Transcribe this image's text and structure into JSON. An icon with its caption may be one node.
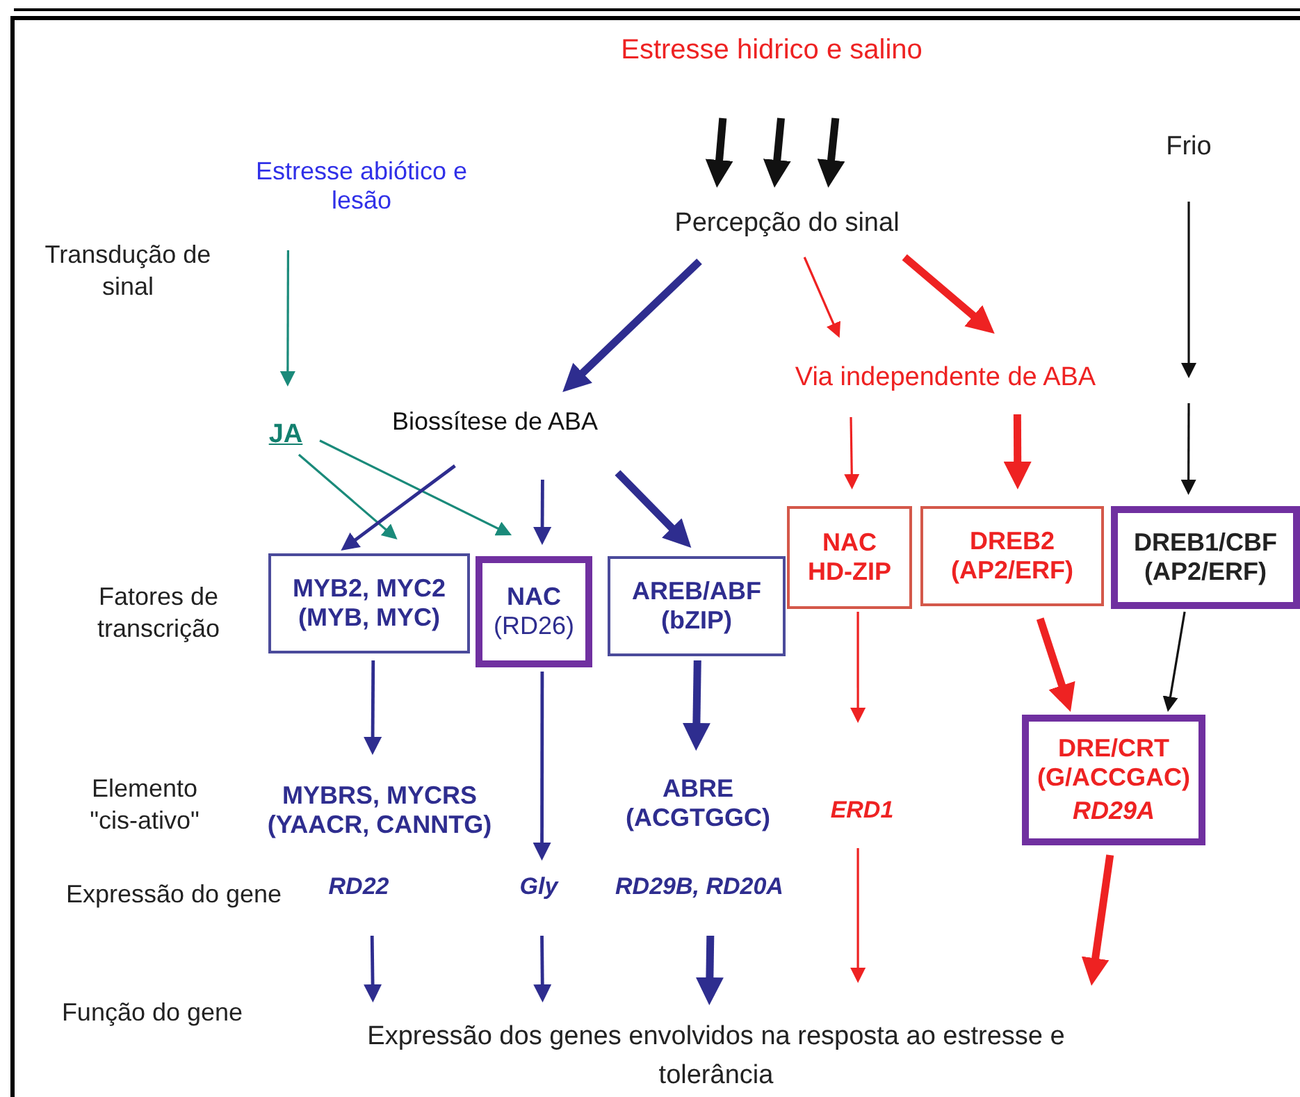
{
  "diagram": {
    "nodes": [
      {
        "text": [
          "Estresse hidrico e salino"
        ]
      },
      {
        "text": [
          "Estresse abiótico e lesão"
        ]
      },
      {
        "text": [
          "Frio"
        ]
      },
      {
        "text": [
          "Percepção do sinal"
        ]
      },
      {
        "text": [
          "JA"
        ]
      },
      {
        "text": [
          "Biossítese de ABA"
        ]
      },
      {
        "text": [
          "Via independente de ABA"
        ]
      },
      {
        "text": [
          "MYB2, MYC2 (MYB, MYC)"
        ]
      },
      {
        "text": [
          "NAC",
          "(RD26)"
        ]
      },
      {
        "text": [
          "AREB/ABF (bZIP)"
        ]
      },
      {
        "text": [
          "NAC HD-ZIP"
        ]
      },
      {
        "text": [
          "DREB2 (AP2/ERF)"
        ]
      },
      {
        "text": [
          "DREB1/CBF (AP2/ERF)"
        ]
      },
      {
        "text": [
          "MYBRS, MYCRS (YAACR, CANNTG)"
        ]
      },
      {
        "text": [
          "RD22"
        ]
      },
      {
        "text": [
          "Gly"
        ]
      },
      {
        "text": [
          "ABRE (ACGTGGC)"
        ]
      },
      {
        "text": [
          "RD29B, RD20A"
        ]
      },
      {
        "text": [
          "ERD1"
        ]
      },
      {
        "text": [
          "DRE/CRT (G/ACCGAC)",
          "RD29A"
        ]
      },
      {
        "text": [
          "Expressão dos genes envolvidos na resposta ao estresse e tolerância"
        ]
      }
    ],
    "edges": [
      {
        "from": 0,
        "to": 3,
        "arrow": "to",
        "style": "thick",
        "color": "#111111"
      },
      {
        "from": 0,
        "to": 3,
        "arrow": "to",
        "style": "thick",
        "color": "#111111"
      },
      {
        "from": 0,
        "to": 3,
        "arrow": "to",
        "style": "thick",
        "color": "#111111"
      },
      {
        "from": 1,
        "to": 4,
        "arrow": "to",
        "color": "#1a8a7a"
      },
      {
        "from": 2,
        "to": null,
        "arrow": "to",
        "color": "#111111"
      },
      {
        "from": null,
        "to": 12,
        "arrow": "to",
        "color": "#111111"
      },
      {
        "from": 3,
        "to": 5,
        "arrow": "to",
        "style": "thick"
      },
      {
        "from": 3,
        "to": 6,
        "arrow": "to",
        "color": "#ee2222"
      },
      {
        "from": 3,
        "to": 6,
        "arrow": "to",
        "style": "thick",
        "color": "#ee2222"
      },
      {
        "from": 4,
        "to": 7,
        "arrow": "to",
        "color": "#1a8a7a"
      },
      {
        "from": 4,
        "to": 8,
        "arrow": "to",
        "color": "#1a8a7a"
      },
      {
        "from": 5,
        "to": 7,
        "arrow": "to"
      },
      {
        "from": 5,
        "to": 8,
        "arrow": "to"
      },
      {
        "from": 5,
        "to": 9,
        "arrow": "to",
        "style": "thick"
      },
      {
        "from": 6,
        "to": 10,
        "arrow": "to",
        "color": "#ee2222"
      },
      {
        "from": 6,
        "to": 11,
        "arrow": "to",
        "style": "thick",
        "color": "#ee2222"
      },
      {
        "from": 7,
        "to": 13,
        "arrow": "to"
      },
      {
        "from": 8,
        "to": 15,
        "arrow": "to"
      },
      {
        "from": 9,
        "to": 16,
        "arrow": "to",
        "style": "thick"
      },
      {
        "from": 10,
        "to": 18,
        "arrow": "to",
        "color": "#ee2222"
      },
      {
        "from": 11,
        "to": 19,
        "arrow": "to",
        "style": "thick",
        "color": "#ee2222"
      },
      {
        "from": 12,
        "to": 19,
        "arrow": "to",
        "color": "#111111"
      },
      {
        "from": 14,
        "to": 20,
        "arrow": "to"
      },
      {
        "from": 15,
        "to": 20,
        "arrow": "to"
      },
      {
        "from": 17,
        "to": 20,
        "arrow": "to",
        "style": "thick"
      },
      {
        "from": 18,
        "to": 20,
        "arrow": "to",
        "color": "#ee2222"
      },
      {
        "from": 19,
        "to": 20,
        "arrow": "to",
        "style": "thick",
        "color": "#ee2222"
      }
    ],
    "labels": [
      "Transdução de sinal",
      "Fatores de transcrição",
      "Elemento \"cis-ativo\"",
      "Expressão do gene",
      "Função do gene"
    ]
  }
}
